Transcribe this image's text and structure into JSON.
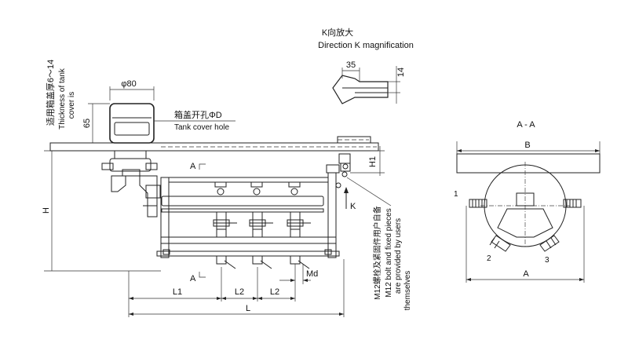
{
  "labels": {
    "k_view_cn": "K向放大",
    "k_view_en": "Direction K magnification",
    "dim_35": "35",
    "dim_14": "14",
    "phi80": "φ80",
    "cover_thickness_cn": "适用箱盖厚6～14",
    "cover_thickness_en_1": "Thickness of tank",
    "cover_thickness_en_2": "cover is",
    "dim_65": "65",
    "hole_cn": "箱盖开孔ΦD",
    "hole_en": "Tank cover hole",
    "section_a_top": "A",
    "section_a_bottom": "A",
    "dim_H": "H",
    "dim_H1": "H1",
    "k_arrow": "K",
    "bolt_note_cn": "M12螺栓及紧固件用户自备",
    "bolt_note_en_1": "M12 bolt and fixed pieces",
    "bolt_note_en_2": "are provided by users",
    "bolt_note_en_3": "themselves",
    "dim_Md": "Md",
    "dim_L1": "L1",
    "dim_L2a": "L2",
    "dim_L2b": "L2",
    "dim_L": "L",
    "section_title": "A - A",
    "dim_B": "B",
    "dim_A": "A",
    "terminal_1": "1",
    "terminal_2": "2",
    "terminal_3": "3"
  }
}
